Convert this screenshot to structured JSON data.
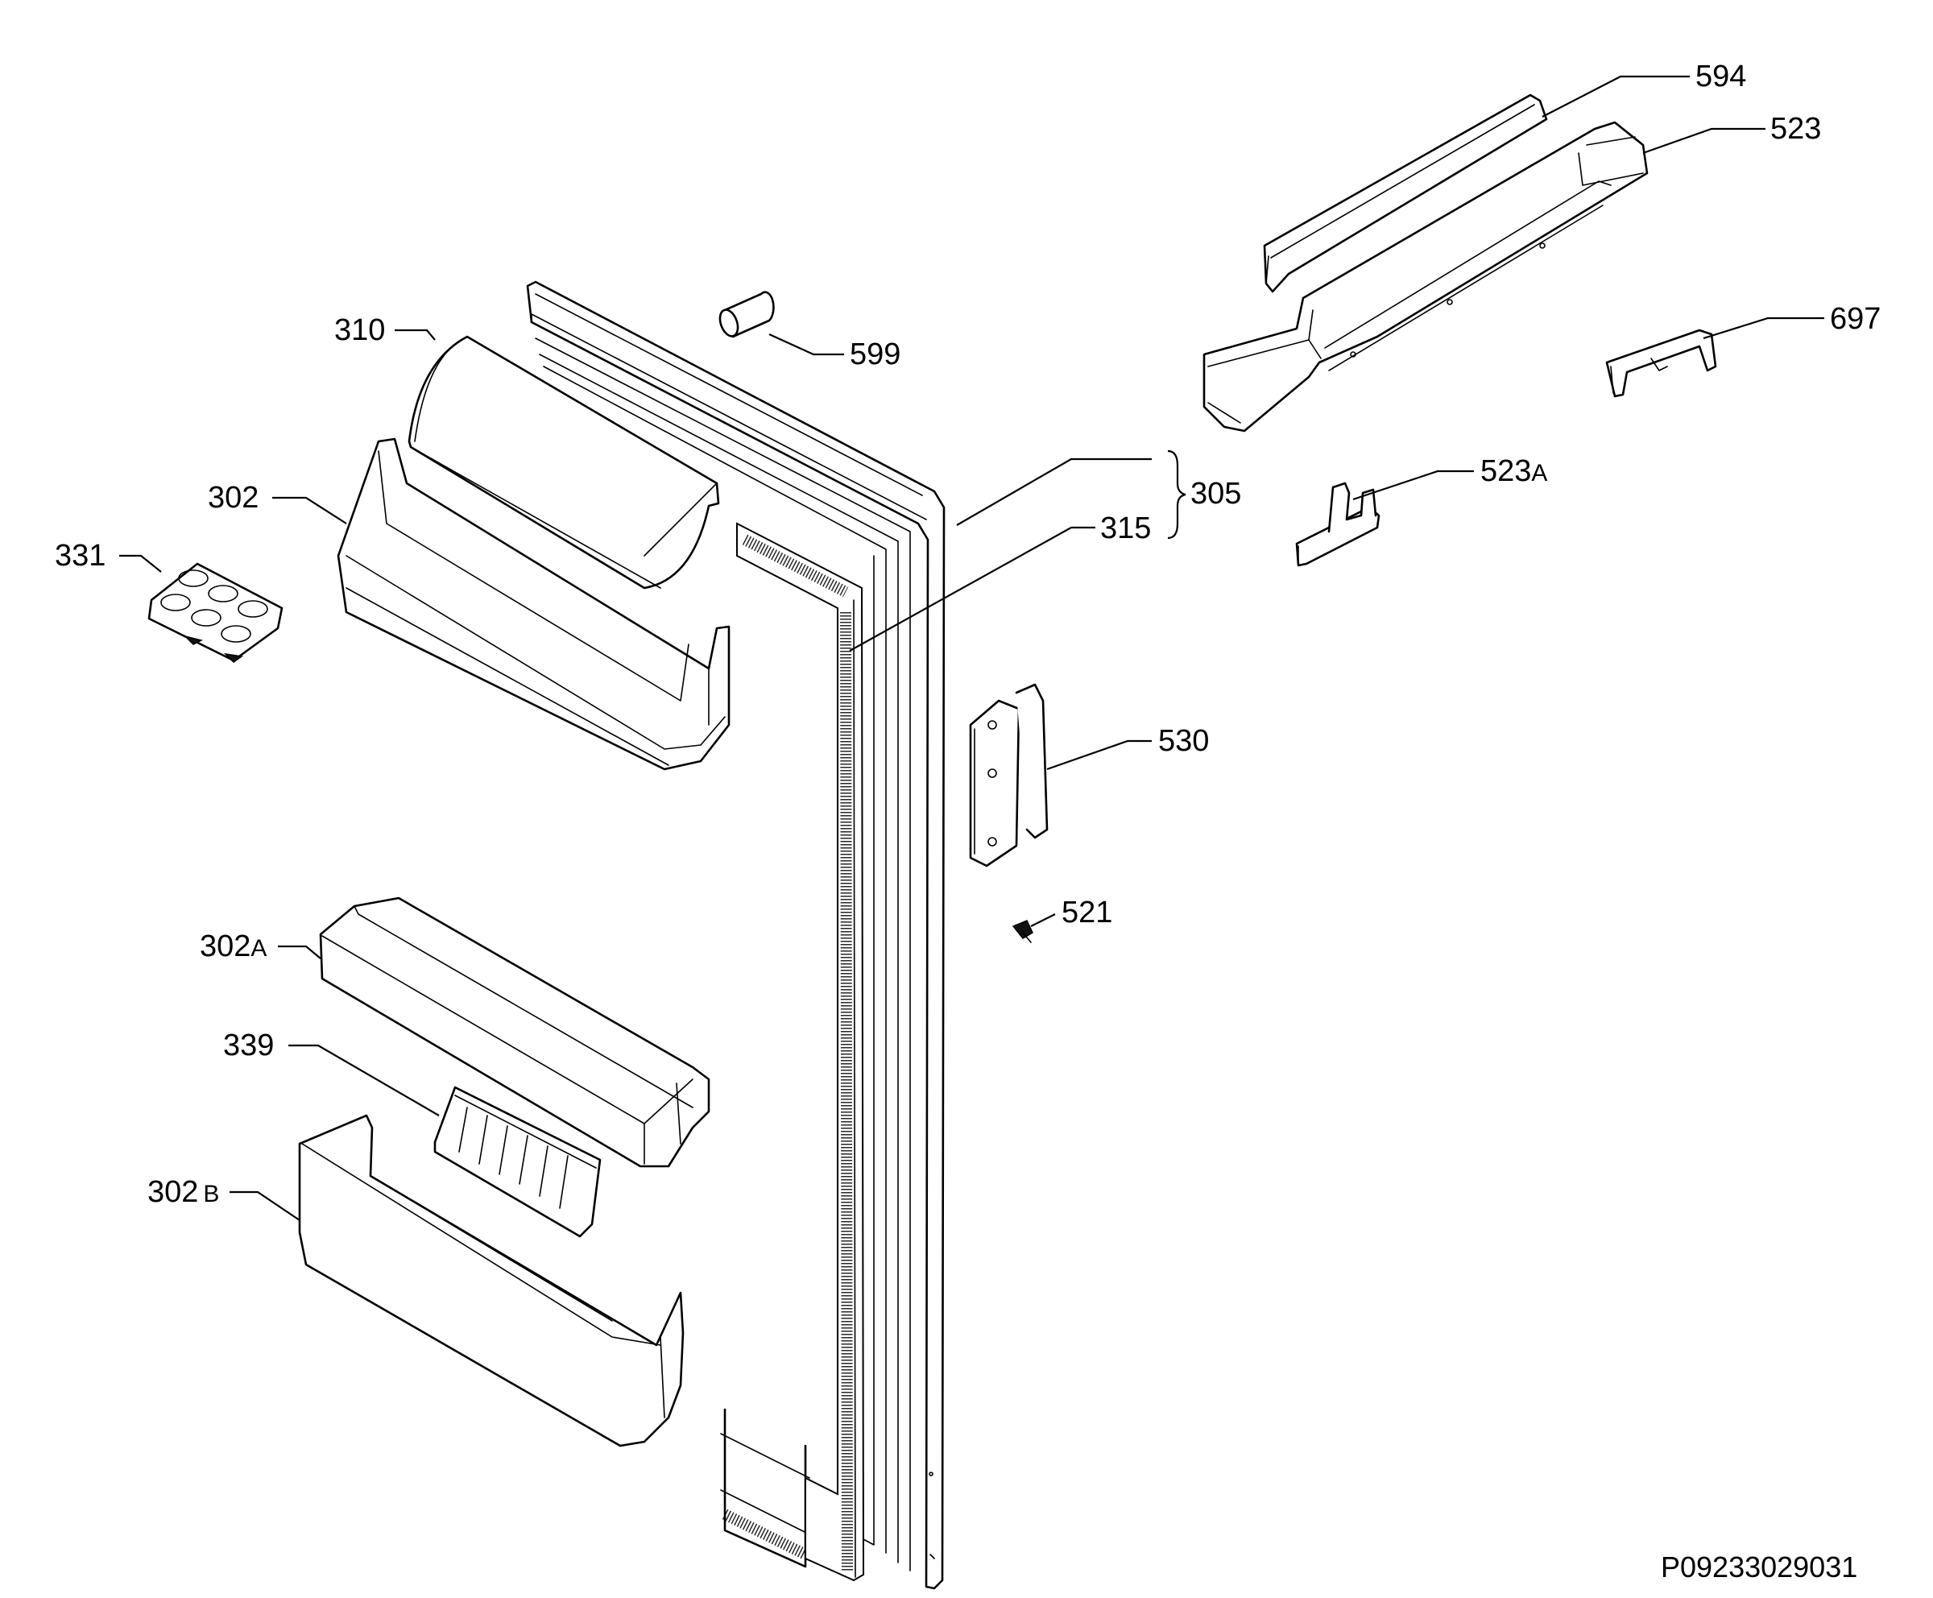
{
  "diagram": {
    "drawing_code": "P09233029031",
    "labels": [
      {
        "id": "594",
        "text": "594",
        "suffix": ""
      },
      {
        "id": "523",
        "text": "523",
        "suffix": ""
      },
      {
        "id": "697",
        "text": "697",
        "suffix": ""
      },
      {
        "id": "599",
        "text": "599",
        "suffix": ""
      },
      {
        "id": "310",
        "text": "310",
        "suffix": ""
      },
      {
        "id": "305",
        "text": "305",
        "suffix": ""
      },
      {
        "id": "302",
        "text": "302",
        "suffix": ""
      },
      {
        "id": "523A",
        "text": "523",
        "suffix": "A"
      },
      {
        "id": "315",
        "text": "315",
        "suffix": ""
      },
      {
        "id": "331",
        "text": "331",
        "suffix": ""
      },
      {
        "id": "530",
        "text": "530",
        "suffix": ""
      },
      {
        "id": "521",
        "text": "521",
        "suffix": ""
      },
      {
        "id": "302A",
        "text": "302",
        "suffix": "A"
      },
      {
        "id": "339",
        "text": "339",
        "suffix": ""
      },
      {
        "id": "302B",
        "text": "302",
        "suffix": "B"
      }
    ]
  }
}
